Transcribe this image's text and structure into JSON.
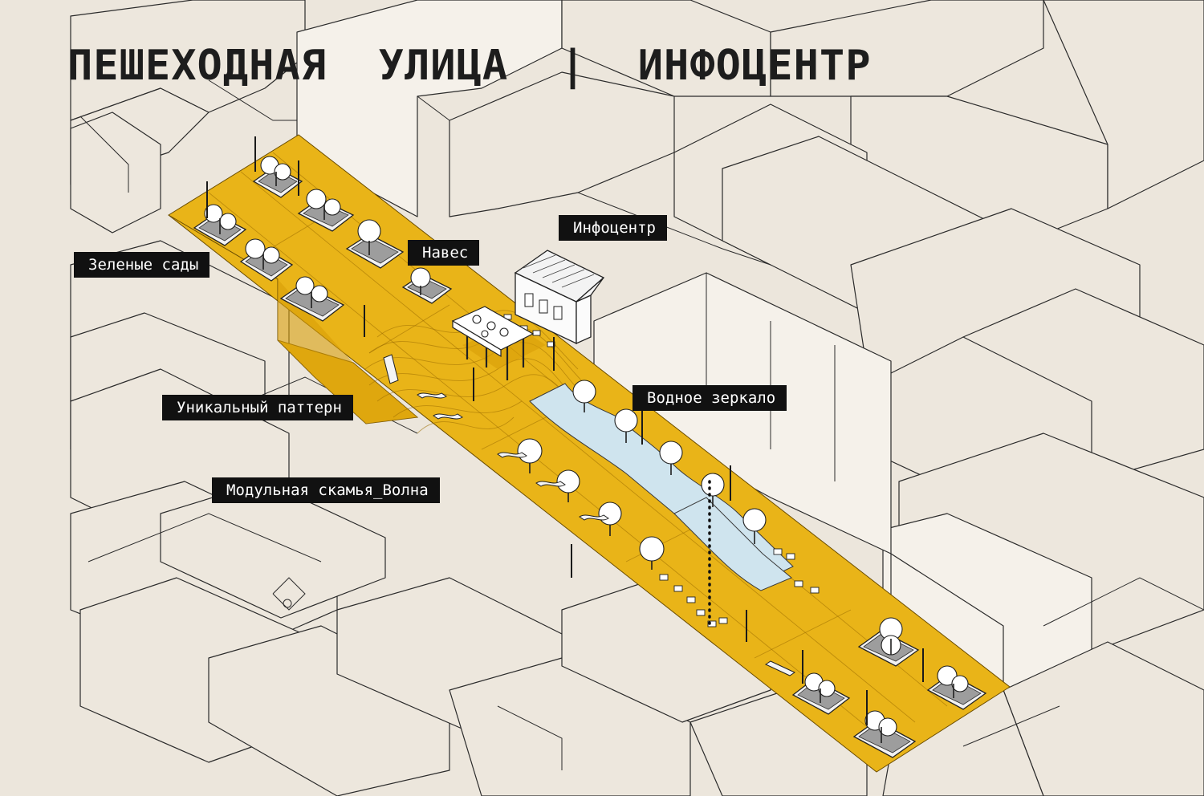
{
  "title": "ПЕШЕХОДНАЯ  УЛИЦА  |  ИНФОЦЕНТР",
  "labels": {
    "infocenter": "Инфоцентр",
    "canopy": "Навес",
    "gardens": "Зеленые сады",
    "pattern": "Уникальный паттерн",
    "water_mirror": "Водное зеркало",
    "bench": "Модульная скамья_Волна"
  },
  "colors": {
    "background": "#ece6dc",
    "street": "#e9b418",
    "water": "#cfe4ee",
    "label_bg": "#111111",
    "label_text": "#ffffff"
  }
}
